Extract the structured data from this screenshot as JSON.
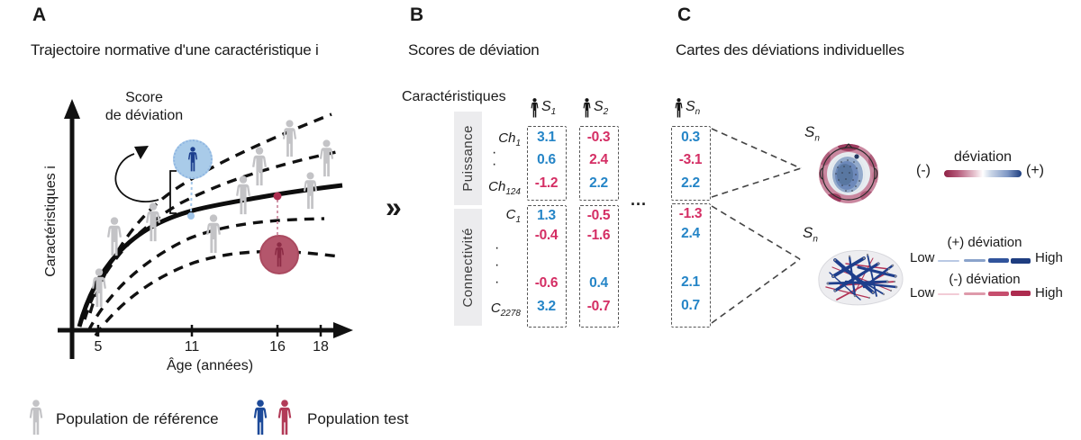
{
  "panelA": {
    "label": "A",
    "title": "Trajectoire normative d'une caractéristique i",
    "annotation": {
      "line1": "Score",
      "line2": "de déviation"
    },
    "y_axis_label": "Caractéristiques i",
    "x_axis_label": "Âge (années)",
    "x_ticks": [
      "5",
      "11",
      "16",
      "18"
    ],
    "legend": {
      "reference": "Population de référence",
      "test": "Population test"
    }
  },
  "transition": {
    "chevron": "»"
  },
  "panelB": {
    "label": "B",
    "title": "Scores de déviation",
    "characteristics_header": "Caractéristiques",
    "dot": "·",
    "ellipsis": "...",
    "groups": [
      {
        "name": "Puissance",
        "first_row": {
          "base": "Ch",
          "sub": "1"
        },
        "last_row": {
          "base": "Ch",
          "sub": "124"
        }
      },
      {
        "name": "Connectivité",
        "first_row": {
          "base": "C",
          "sub": "1"
        },
        "last_row": {
          "base": "C",
          "sub": "2278"
        }
      }
    ],
    "columns": [
      {
        "header": {
          "base": "S",
          "sub": "1"
        },
        "puissance": [
          {
            "v": "3.1",
            "c": "blue"
          },
          {
            "v": "0.6",
            "c": "blue"
          },
          {
            "v": "-1.2",
            "c": "red"
          }
        ],
        "connectivite": [
          {
            "v": "1.3",
            "c": "blue"
          },
          {
            "v": "-0.4",
            "c": "red"
          },
          {
            "v": "-0.6",
            "c": "red"
          },
          {
            "v": "3.2",
            "c": "blue"
          }
        ]
      },
      {
        "header": {
          "base": "S",
          "sub": "2"
        },
        "puissance": [
          {
            "v": "-0.3",
            "c": "red"
          },
          {
            "v": "2.4",
            "c": "red"
          },
          {
            "v": "2.2",
            "c": "blue"
          }
        ],
        "connectivite": [
          {
            "v": "-0.5",
            "c": "red"
          },
          {
            "v": "-1.6",
            "c": "red"
          },
          {
            "v": "0.4",
            "c": "blue"
          },
          {
            "v": "-0.7",
            "c": "red"
          }
        ]
      },
      {
        "header": {
          "base": "S",
          "sub": "n"
        },
        "puissance": [
          {
            "v": "0.3",
            "c": "blue"
          },
          {
            "v": "-3.1",
            "c": "red"
          },
          {
            "v": "2.2",
            "c": "blue"
          }
        ],
        "connectivite": [
          {
            "v": "-1.3",
            "c": "red"
          },
          {
            "v": "2.4",
            "c": "blue"
          },
          {
            "v": "2.1",
            "c": "blue"
          },
          {
            "v": "0.7",
            "c": "blue"
          }
        ]
      }
    ]
  },
  "panelC": {
    "label": "C",
    "title": "Cartes des déviations individuelles",
    "topomap_label": {
      "base": "S",
      "sub": "n"
    },
    "network_label": {
      "base": "S",
      "sub": "n"
    },
    "colorbar": {
      "title": "déviation",
      "neg": "(-)",
      "pos": "(+)"
    },
    "edge_legend": {
      "positive": {
        "title": "(+) déviation",
        "low": "Low",
        "high": "High"
      },
      "negative": {
        "title": "(-) déviation",
        "low": "Low",
        "high": "High"
      }
    }
  },
  "colors": {
    "blue_value": "#2585c7",
    "red_value": "#d42e64",
    "person_gray": "#c3c3c6",
    "person_blue": "#1d4a99",
    "person_red": "#b23a57",
    "circle_blue_bg": "#a9cbe9",
    "circle_blue_person": "#1c3f8e",
    "circle_red_bg": "#b4566c",
    "circle_red_person": "#8c2b45",
    "group_box_bg": "#ececee",
    "cb_neg": "#8e2044",
    "cb_pos": "#1d3d7e",
    "seg_p1": "#b9c9e4",
    "seg_p2": "#8aa3cb",
    "seg_p3": "#31549c",
    "seg_p4": "#1e3d80",
    "seg_n1": "#f2ccd6",
    "seg_n2": "#de9aab",
    "seg_n3": "#c64e6e",
    "seg_n4": "#ad2b4f"
  }
}
